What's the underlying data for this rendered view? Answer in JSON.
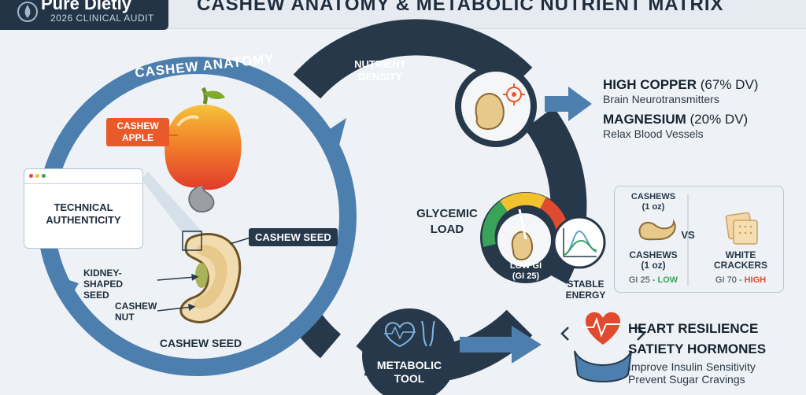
{
  "brand": {
    "name": "Pure Dietly",
    "subtitle": "2026 CLINICAL AUDIT"
  },
  "title": "CASHEW ANATOMY & METABOLIC NUTRIENT MATRIX",
  "anatomy": {
    "ring_label": "CASHEW ANATOMY",
    "apple_label": "CASHEW\nAPPLE",
    "seed_label": "CASHEW SEED",
    "kidney_label": "KIDNEY-SHAPED\nSEED",
    "nut_label": "CASHEW\nNUT",
    "bottom_label": "CASHEW SEED"
  },
  "window": {
    "label": "TECHNICAL\nAUTHENTICITY"
  },
  "cycle": {
    "nutrient_density": "NUTRIENT\nDENSITY",
    "glycemic_load": "GLYCEMIC\nLOAD",
    "gauge_label": "LOW GI\n(GI 25)",
    "stable_energy": "STABLE\nENERGY",
    "metabolic_tool": "METABOLIC\nTOOL"
  },
  "nutrients": {
    "copper_title": "HIGH COPPER",
    "copper_value": "(67% DV)",
    "copper_desc": "Brain Neurotransmitters",
    "magnesium_title": "MAGNESIUM",
    "magnesium_value": "(20% DV)",
    "magnesium_desc": "Relax Blood Vessels"
  },
  "comparison": {
    "left_top": "CASHEWS\n(1 oz)",
    "left_name": "CASHEWS\n(1 oz)",
    "left_gi": "GI 25 -",
    "left_level": "LOW",
    "vs": "VS",
    "right_name": "WHITE\nCRACKERS",
    "right_gi": "GI 70 -",
    "right_level": "HIGH"
  },
  "benefits": {
    "heart": "HEART RESILIENCE",
    "satiety": "SATIETY HORMONES",
    "insulin": "Improve Insulin Sensitivity",
    "cravings": "Prevent Sugar Cravings"
  },
  "colors": {
    "navy": "#26384a",
    "ring_blue": "#4d7fae",
    "accent_orange": "#e85a2a",
    "low_green": "#3aa35a",
    "high_red": "#e04b2f"
  }
}
